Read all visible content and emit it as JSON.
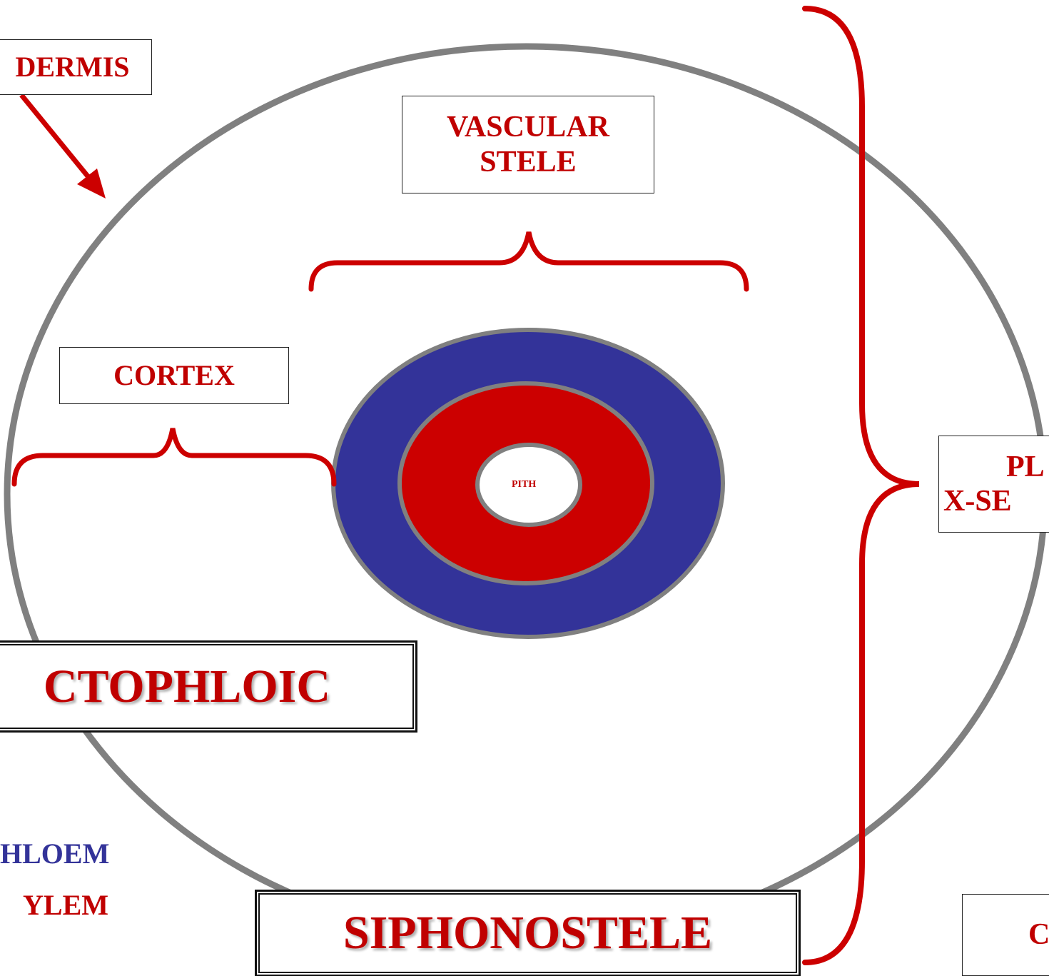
{
  "labels": {
    "epidermis": "DERMIS",
    "vascular_stele_line1": "VASCULAR",
    "vascular_stele_line2": "STELE",
    "cortex": "CORTEX",
    "pith": "PITH",
    "plant_xsection_line1": "PL",
    "plant_xsection_line2": "X-SE",
    "ectophloic": "CTOPHLOIC",
    "siphonostele": "SIPHONOSTELE",
    "corner_right": "C"
  },
  "legend": {
    "phloem": "HLOEM",
    "xylem": "YLEM"
  },
  "colors": {
    "phloem": "#333399",
    "xylem": "#cc0000",
    "outline": "#808080",
    "label_text": "#c00000",
    "bracket": "#cc0000",
    "background": "#ffffff"
  }
}
